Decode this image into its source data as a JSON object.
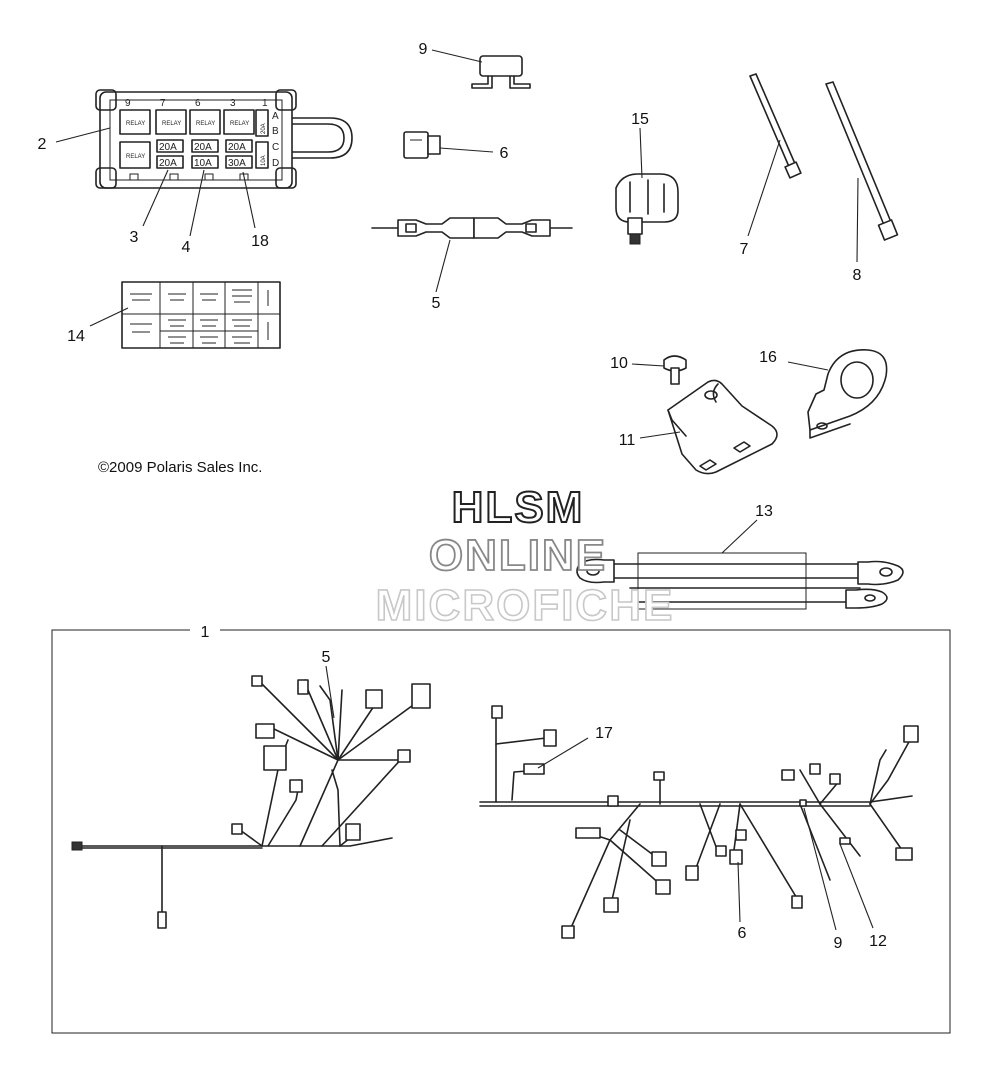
{
  "copyright": "©2009 Polaris Sales Inc.",
  "watermark": {
    "line1": "HLSM",
    "line2": "ONLINE",
    "line3": "MICROFICHE"
  },
  "fuse_box": {
    "column_numbers": [
      "9",
      "7",
      "6",
      "3",
      "1"
    ],
    "row_letters": [
      "A",
      "B",
      "C",
      "D"
    ],
    "relay_labels": [
      "RELAY",
      "RELAY",
      "RELAY",
      "RELAY",
      "RELAY"
    ],
    "fuse_ratings": [
      "20A",
      "20A",
      "20A",
      "20A",
      "20A",
      "10A",
      "30A",
      "10A"
    ]
  },
  "callouts": {
    "c1": "1",
    "c2": "2",
    "c3": "3",
    "c4": "4",
    "c5a": "5",
    "c5b": "5",
    "c6a": "6",
    "c6b": "6",
    "c7": "7",
    "c8": "8",
    "c9a": "9",
    "c9b": "9",
    "c10": "10",
    "c11": "11",
    "c12": "12",
    "c13": "13",
    "c14": "14",
    "c15": "15",
    "c16": "16",
    "c17": "17",
    "c18": "18"
  },
  "colors": {
    "line": "#222222",
    "background": "#ffffff",
    "watermark_mid": "#888888",
    "watermark_light": "#c8c8c8"
  }
}
